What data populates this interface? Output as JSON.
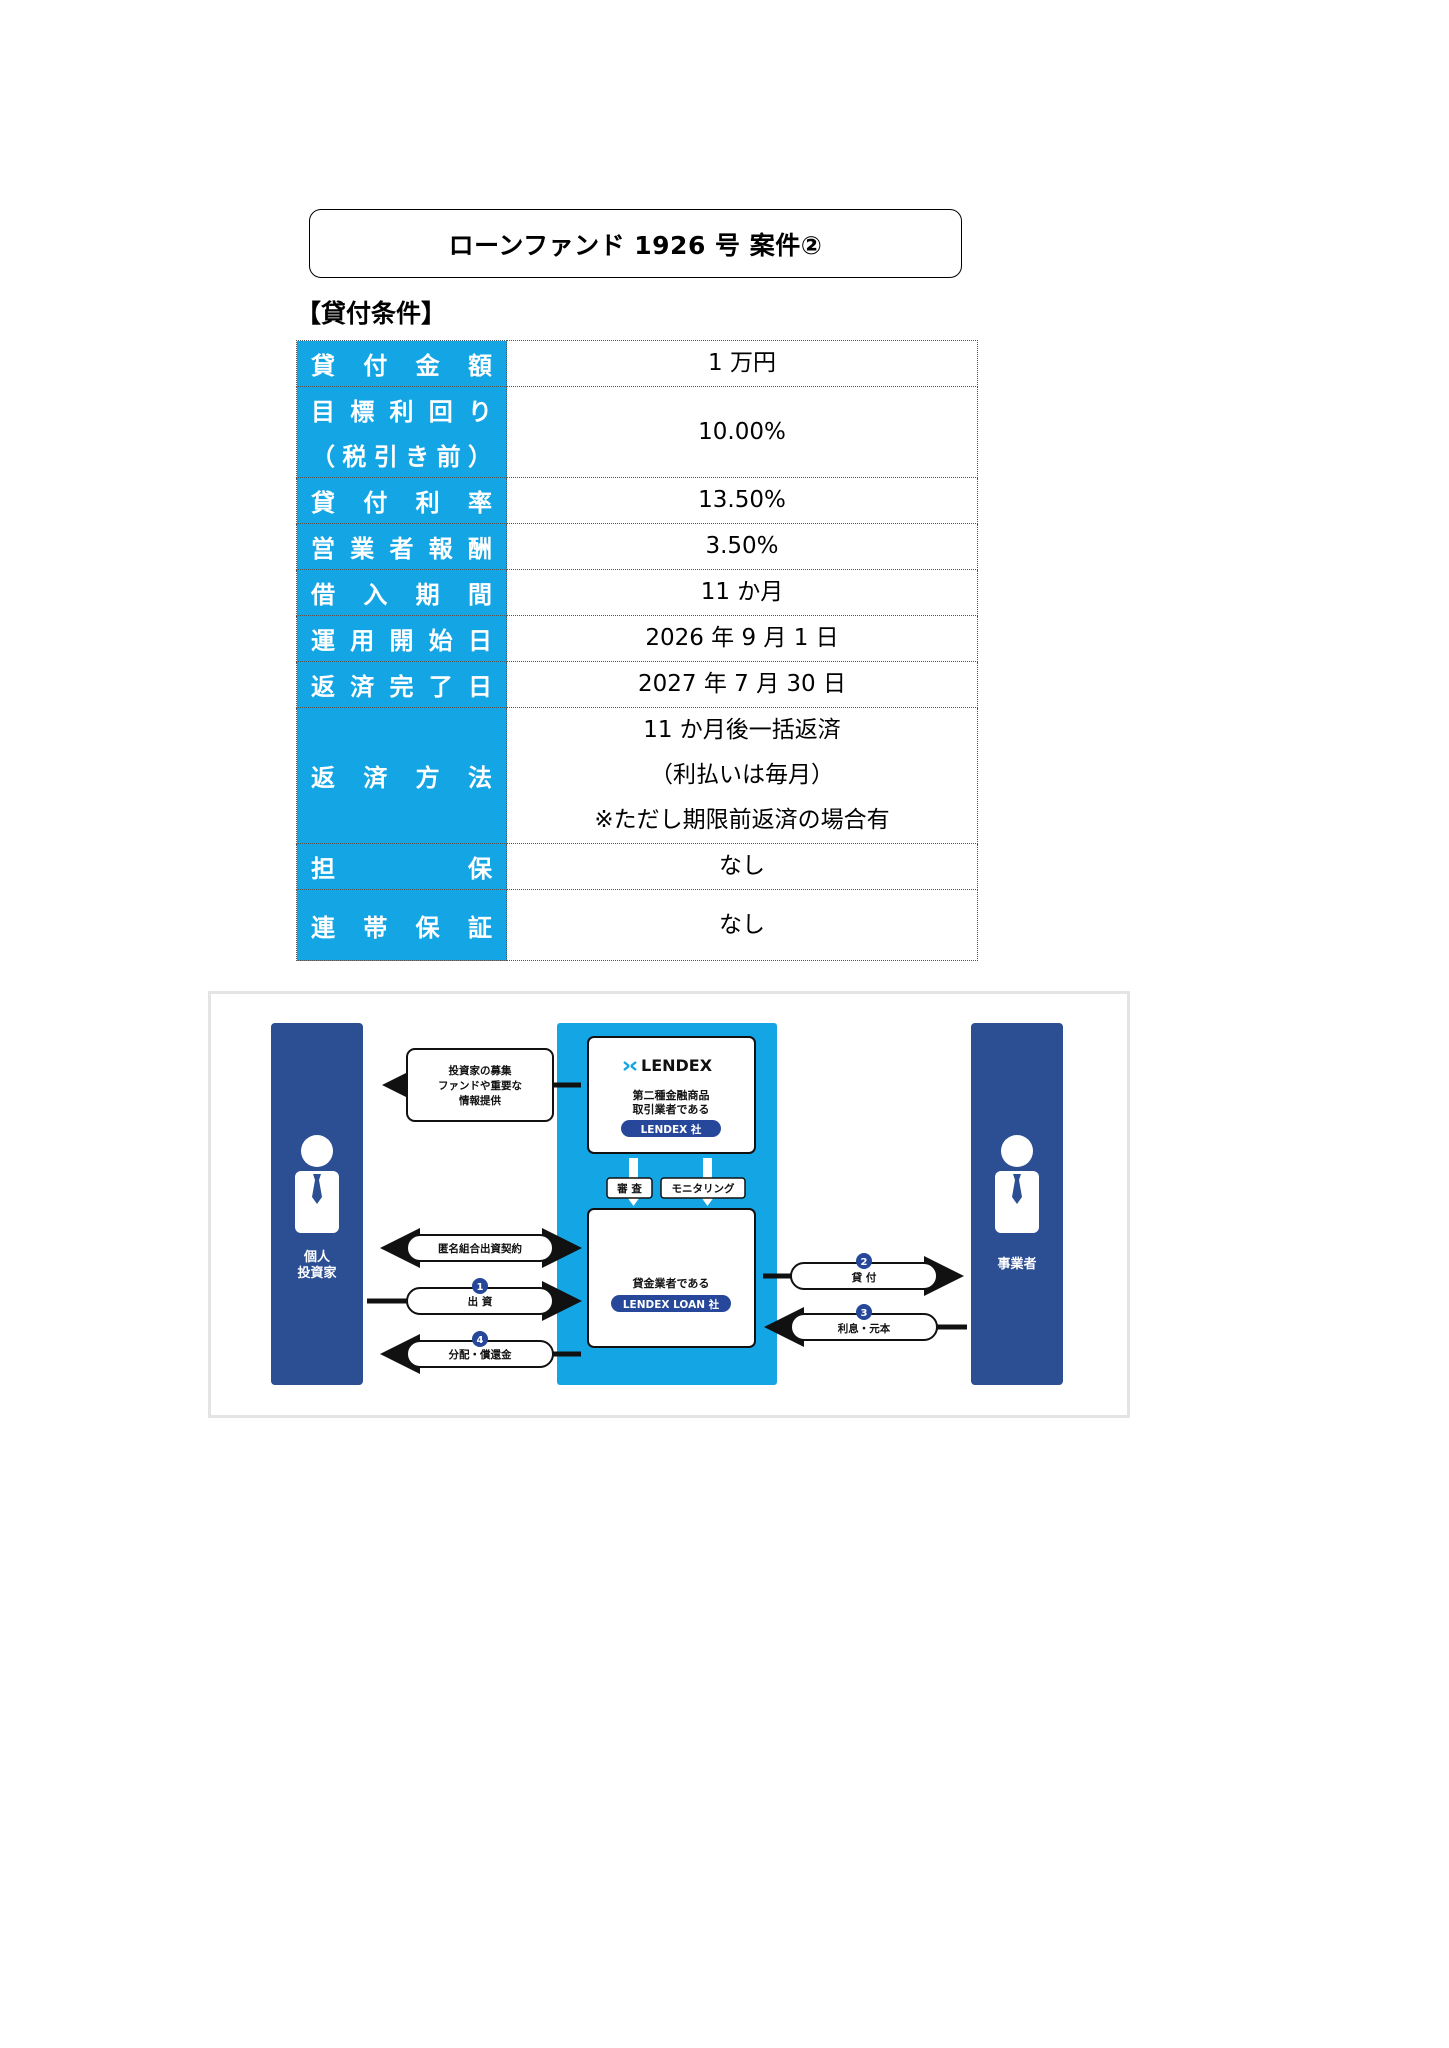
{
  "title": "ローンファンド 1926 号 案件②",
  "section_label": "【貸付条件】",
  "terms": [
    {
      "label": [
        "貸",
        "付",
        "金",
        "額"
      ],
      "value": [
        "1 万円"
      ]
    },
    {
      "label": [
        "目",
        "標",
        "利",
        "回",
        "り"
      ],
      "label2": [
        "（",
        "税",
        "引",
        "き",
        "前",
        "）"
      ],
      "value": [
        "10.00%"
      ]
    },
    {
      "label": [
        "貸",
        "付",
        "利",
        "率"
      ],
      "value": [
        "13.50%"
      ]
    },
    {
      "label": [
        "営",
        "業",
        "者",
        "報",
        "酬"
      ],
      "value": [
        "3.50%"
      ]
    },
    {
      "label": [
        "借",
        "入",
        "期",
        "間"
      ],
      "value": [
        "11 か月"
      ]
    },
    {
      "label": [
        "運",
        "用",
        "開",
        "始",
        "日"
      ],
      "value": [
        "2026 年 9 月 1 日"
      ]
    },
    {
      "label": [
        "返",
        "済",
        "完",
        "了",
        "日"
      ],
      "value": [
        "2027 年 7 月 30 日"
      ]
    },
    {
      "label": [
        "返",
        "済",
        "方",
        "法"
      ],
      "value": [
        "11 か月後一括返済",
        "（利払いは毎月）",
        "※ただし期限前返済の場合有"
      ]
    },
    {
      "label": [
        "担",
        "保"
      ],
      "value": [
        "なし"
      ]
    },
    {
      "label": [
        "連",
        "帯",
        "保",
        "証"
      ],
      "value": [
        "なし"
      ]
    }
  ],
  "diagram": {
    "investor_label": [
      "個人",
      "投資家"
    ],
    "business_label": "事業者",
    "lendex_logo": "LENDEX",
    "lendex_desc": [
      "第二種金融商品",
      "取引業者である"
    ],
    "lendex_badge": "LENDEX 社",
    "review": "審 査",
    "monitoring": "モニタリング",
    "loan_desc": "貸金業者である",
    "loan_badge": "LENDEX LOAN 社",
    "recruit": [
      "投資家の募集",
      "ファンドや重要な",
      "情報提供"
    ],
    "contract": "匿名組合出資契約",
    "invest": "出 資",
    "invest_num": "1",
    "distribution": "分配・償還金",
    "distribution_num": "4",
    "lend": "貸 付",
    "lend_num": "2",
    "repay": "利息・元本",
    "repay_num": "3",
    "colors": {
      "navy": "#2c4f94",
      "cyan": "#14a5e5",
      "badge": "#27489a"
    }
  }
}
